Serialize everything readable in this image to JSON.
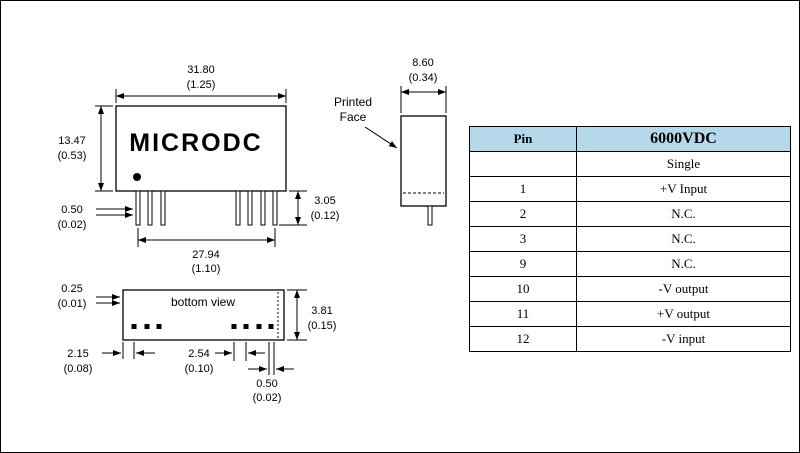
{
  "front_view": {
    "label": "MICRODC",
    "dims": {
      "width_mm": "31.80",
      "width_in": "(1.25)",
      "height_mm": "13.47",
      "height_in": "(0.53)",
      "pin_width_mm": "0.50",
      "pin_width_in": "(0.02)",
      "pin_length_mm": "3.05",
      "pin_length_in": "(0.12)",
      "pin_span_mm": "27.94",
      "pin_span_in": "(1.10)"
    }
  },
  "side_view": {
    "printed_face_line1": "Printed",
    "printed_face_line2": "Face",
    "dims": {
      "depth_mm": "8.60",
      "depth_in": "(0.34)"
    }
  },
  "bottom_view": {
    "label": "bottom view",
    "dims": {
      "edge_gap_mm": "0.25",
      "edge_gap_in": "(0.01)",
      "pin_offset_mm": "2.15",
      "pin_offset_in": "(0.08)",
      "pin_pitch_mm": "2.54",
      "pin_pitch_in": "(0.10)",
      "pin_size_mm": "0.50",
      "pin_size_in": "(0.02)",
      "depth_mm": "3.81",
      "depth_in": "(0.15)"
    }
  },
  "pin_table": {
    "header": {
      "pin": "Pin",
      "model": "6000VDC"
    },
    "subheader": {
      "pin": "",
      "function": "Single"
    },
    "rows": [
      {
        "pin": "1",
        "function": "+V Input"
      },
      {
        "pin": "2",
        "function": "N.C."
      },
      {
        "pin": "3",
        "function": "N.C."
      },
      {
        "pin": "9",
        "function": "N.C."
      },
      {
        "pin": "10",
        "function": "-V output"
      },
      {
        "pin": "11",
        "function": "+V output"
      },
      {
        "pin": "12",
        "function": "-V input"
      }
    ],
    "colors": {
      "header_bg": "#b5d8ea"
    }
  }
}
